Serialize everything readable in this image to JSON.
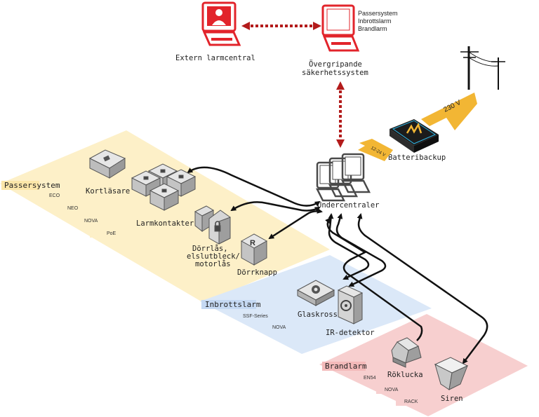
{
  "diagram": {
    "top": {
      "extern_label": "Extern larmcentral",
      "overgrip_label_1": "Övergripande",
      "overgrip_label_2": "säkerhetssystem",
      "overgrip_list": [
        "Passersystem",
        "Inbrottslarm",
        "Brandlarm"
      ]
    },
    "power": {
      "voltage_label": "230 V",
      "dc_label": "12-24 V",
      "battery_label": "Batteribackup"
    },
    "hub": {
      "label": "Undercentraler"
    },
    "zones": {
      "passer": {
        "title": "Passersystem",
        "tags": [
          "ECO",
          "NEO",
          "NOVA",
          "PoE"
        ],
        "color": "#fdf0c8"
      },
      "inbrott": {
        "title": "Inbrottslarm",
        "tags": [
          "SSF-Series",
          "NOVA"
        ],
        "color": "#dbe8f8"
      },
      "brand": {
        "title": "Brandlarm",
        "tags": [
          "EN54",
          "NOVA",
          "RACK"
        ],
        "color": "#f7cfcf"
      }
    },
    "devices": {
      "kortlasare": "Kortläsare",
      "larmkontakter": "Larmkontakter",
      "dorrlas_1": "Dörrlås,",
      "dorrlas_2": "elslutbleck/",
      "dorrlas_3": "motorlås",
      "dorrknapp": "Dörrknapp",
      "glaskross": "Glaskross",
      "irdetektor": "IR-detektor",
      "roklucka": "Röklucka",
      "siren": "Siren"
    },
    "colors": {
      "red": "#e2242b",
      "dark_red": "#b31b1b",
      "arrow_orange": "#f2b634",
      "line": "#111111"
    }
  }
}
